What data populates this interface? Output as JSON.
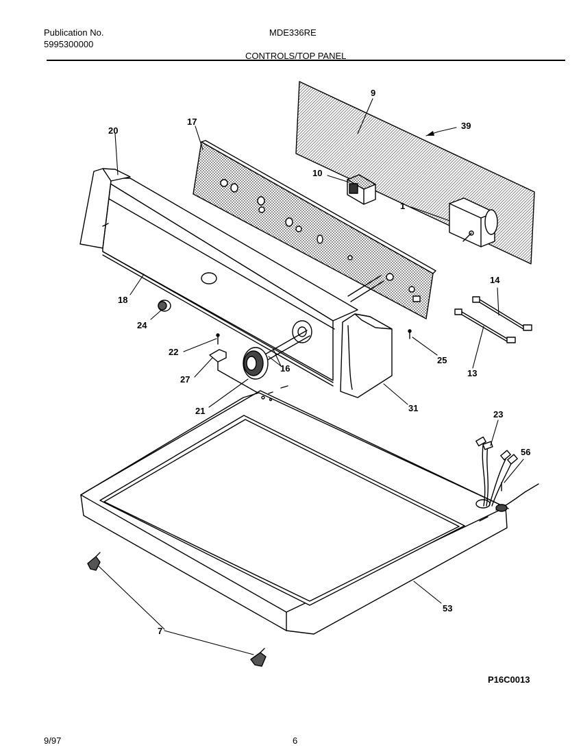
{
  "header": {
    "publication_label": "Publication No.",
    "publication_number": "5995300000",
    "model": "MDE336RE",
    "section_title": "CONTROLS/TOP PANEL"
  },
  "callouts": {
    "c1": "1",
    "c7": "7",
    "c9": "9",
    "c10": "10",
    "c13": "13",
    "c14": "14",
    "c16": "16",
    "c17": "17",
    "c18": "18",
    "c20": "20",
    "c21": "21",
    "c22": "22",
    "c23": "23",
    "c24": "24",
    "c25": "25",
    "c27": "27",
    "c31": "31",
    "c39": "39",
    "c53": "53",
    "c56": "56"
  },
  "figure_code": "P16C0013",
  "footer": {
    "date": "9/97",
    "page": "6"
  }
}
